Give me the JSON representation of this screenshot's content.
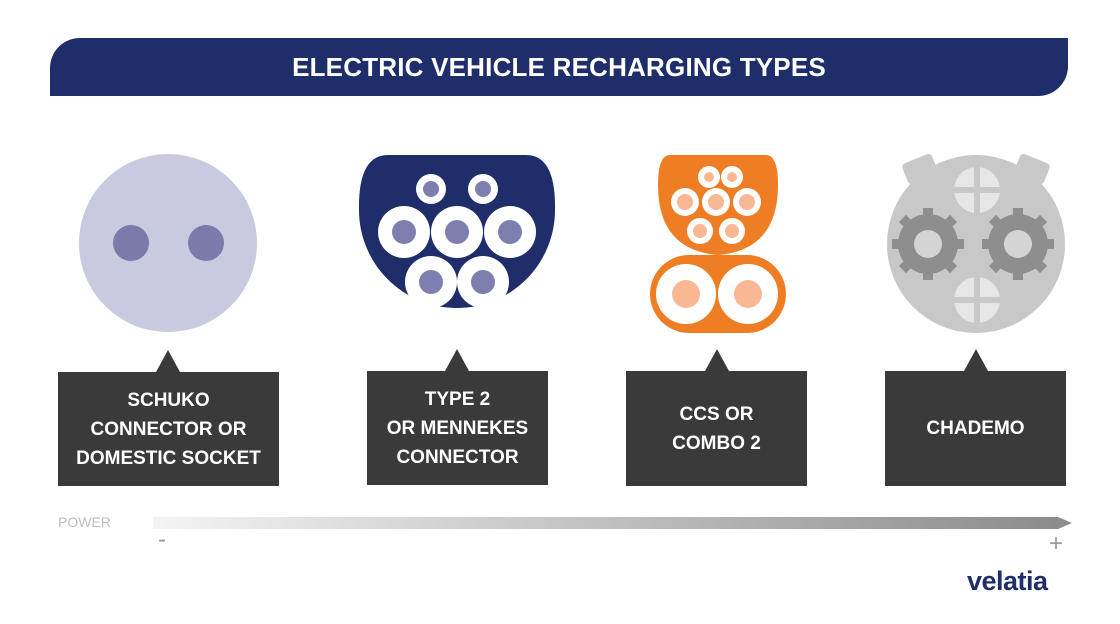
{
  "header": {
    "title": "ELECTRIC VEHICLE RECHARGING TYPES"
  },
  "connectors": [
    {
      "label": "SCHUKO\nCONNECTOR OR\nDOMESTIC SOCKET",
      "icon": "schuko-icon"
    },
    {
      "label": "TYPE 2\nOR MENNEKES\nCONNECTOR",
      "icon": "type2-icon"
    },
    {
      "label": "CCS OR\nCOMBO 2",
      "icon": "ccs-icon"
    },
    {
      "label": "CHADEMO",
      "icon": "chademo-icon"
    }
  ],
  "power_scale": {
    "label": "POWER",
    "min_symbol": "-",
    "max_symbol": "+"
  },
  "brand": {
    "name": "velatia"
  },
  "colors": {
    "navy": "#1f2e6b",
    "label_box": "#3a3a3a",
    "schuko_body": "#c9c9df",
    "schuko_pin": "#7b7bab",
    "type2_pin": "#7f7faf",
    "ccs_orange": "#ef7d23",
    "ccs_pin": "#f9b893",
    "chademo_body": "#c8c8c8",
    "chademo_gear": "#8e8e8e",
    "chademo_light": "#e6e6e6"
  }
}
